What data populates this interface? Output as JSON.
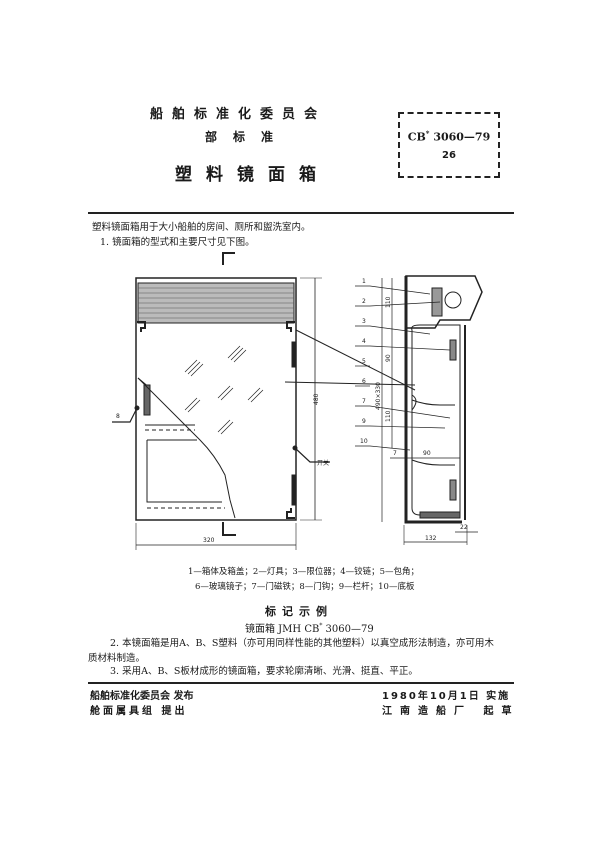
{
  "header": {
    "organization": "船舶标准化委员会",
    "standard_type": "部标准",
    "title": "塑料镜面箱",
    "standard_code_prefix": "CB",
    "standard_code_sup": "*",
    "standard_code_number": "3060—79",
    "page_number": "26"
  },
  "intro": {
    "line1": "塑料镜面箱用于大小船舶的房间、厕所和盥洗室内。",
    "line2": "1. 镜面箱的型式和主要尺寸见下图。"
  },
  "figure": {
    "front_view": {
      "width_dim": "320",
      "height_dim": "480",
      "label_8": "8",
      "label_switch": "开关"
    },
    "section_view": {
      "callouts": [
        "1",
        "2",
        "3",
        "4",
        "5",
        "6",
        "7",
        "9",
        "10"
      ],
      "dim_110_top": "110",
      "dim_90_vert": "90",
      "dim_110_mid": "110",
      "dim_overall": "490×330",
      "dim_7": "7",
      "dim_90_horiz": "90",
      "dim_22": "22",
      "dim_132": "132"
    },
    "legend_line1": "1—箱体及箱盖；2—灯具；3—限位器；4—铰链；5—包角；",
    "legend_line2": "6—玻璃镜子；7—门磁铁；8—门钩；9—栏杆；10—底板"
  },
  "marking": {
    "title": "标记示例",
    "example_prefix": "镜面箱  JMH  CB",
    "example_sup": "*",
    "example_suffix": " 3060—79"
  },
  "clauses": {
    "clause2_line1": "2. 本镜面箱是用A、B、S塑料（亦可用同样性能的其他塑料）以真空成形法制造，亦可用木",
    "clause2_line2": "质材料制造。",
    "clause3": "3. 采用A、B、S板材成形的镜面箱，要求轮廓清晰、光滑、挺直、平正。"
  },
  "footer": {
    "issuer": "船舶标准化委员会  发布",
    "proposer": "舱面属具组  提出",
    "effective_date": "1980年10月1日  实施",
    "drafter": "江南造船厂  起草"
  }
}
